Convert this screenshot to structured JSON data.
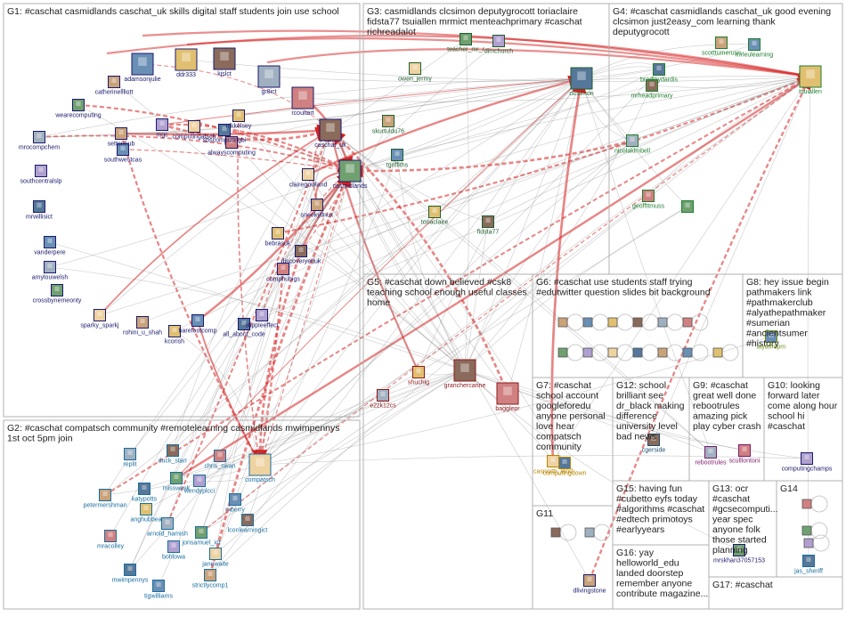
{
  "groups": [
    {
      "id": "G1",
      "lines": [
        "G1: #caschat casmidlands caschat_uk skills digital staff students join use school"
      ],
      "color": "#1a1a6e",
      "nodes": [
        "catherinellliott",
        "adamsonjulie",
        "ddr333",
        "kjslct",
        "gr8ict",
        "rcoultart",
        "wearecomputing",
        "mgc",
        "computingatsch",
        "sbscomputingbi",
        "settonhub",
        "southwestcas",
        "nikkelsey",
        "caschat_uk",
        "mrocompchem",
        "alwayscomputing",
        "casmidlands",
        "southcentralslp",
        "clairegowland",
        "mrwillisict",
        "sneekyllnux",
        "vanderpere",
        "bebrasuk",
        "discoveryeduk",
        "amylouwelsh",
        "comphubigs",
        "crossbynemeonty",
        "stippleeffect",
        "sparky_sparkj",
        "all_about_code",
        "rohini_u_shah",
        "barefootcomp",
        "kcorish"
      ]
    },
    {
      "id": "G2",
      "lines": [
        "G2: #caschat compatsch community #remotelearning casmidlands mwimpennys",
        "1st oct 5pm join"
      ],
      "color": "#1a6e9e",
      "nodes": [
        "duck_starr",
        "replit",
        "chris_swan",
        "misswesk",
        "wendyplcci",
        "compatsch",
        "katypotts",
        "petermershman",
        "mberry",
        "anghubbea",
        "lconlearningict",
        "arnold_hamish",
        "mracolley",
        "jonsamuel_ict",
        "bohlowa",
        "janewaite",
        "mwimpennys",
        "strictlycomp1",
        "tigwilliams"
      ]
    },
    {
      "id": "G3",
      "lines": [
        "G3: casmidlands clcsimon deputygrocott toriaclaire",
        "fidsta77 tsuiallen mrmict menteachprimary #caschat",
        "richreadalot"
      ],
      "color": "#1e5e2e",
      "nodes": [
        "teacher_mr_r",
        "dimchurch",
        "owen_jermy",
        "clcsimon",
        "skurtuldu76",
        "tgriffiths",
        "toriaclaire",
        "fidsta77"
      ]
    },
    {
      "id": "G4",
      "lines": [
        "G4: #caschat casmidlands caschat_uk good evening",
        "clcsimon just2easy_com learning thank",
        "deputygrocott"
      ],
      "color": "#1e7e2e",
      "nodes": [
        "bradleydardis",
        "scotttumerusn",
        "mrleulearning",
        "tsuiallen",
        "mrheadprimary",
        "nicolakimbell",
        "geoffttmuss"
      ]
    },
    {
      "id": "G5",
      "lines": [
        "G5: #caschat down believed #csk8",
        "teaching school enough useful classes",
        "home"
      ],
      "color": "#8e1a1a",
      "nodes": [
        "shuchig",
        "granchercarine",
        "e2zk12cs",
        "bagglepr"
      ]
    },
    {
      "id": "G6",
      "lines": [
        "G6: #caschat use students staff trying",
        "#edutwitter question slides bit background"
      ],
      "color": "#222",
      "nodes": []
    },
    {
      "id": "G7",
      "lines": [
        "G7: #caschat",
        "school account",
        "googleforedu",
        "anyone personal",
        "love hear",
        "compatsch",
        "community"
      ],
      "color": "#b88600",
      "nodes": [
        "casnorth_lend",
        "computingdown"
      ]
    },
    {
      "id": "G8",
      "lines": [
        "G8: hey issue begin",
        "pathmakers link",
        "#pathmakerclub",
        "#alyathepathmaker",
        "#sumerian",
        "#ancientsumer",
        "#history"
      ],
      "color": "#6e8e1a",
      "nodes": [
        "alyathepm"
      ]
    },
    {
      "id": "G9",
      "lines": [
        "G9: #caschat",
        "great well done",
        "rebootrules",
        "amazing pick",
        "play cyber crash"
      ],
      "color": "#7e1a6e",
      "nodes": [
        "rebootrules",
        "sculllontoni"
      ]
    },
    {
      "id": "G10",
      "lines": [
        "G10: looking",
        "forward later",
        "come along hour",
        "school hi",
        "#caschat"
      ],
      "color": "#1a1a6e",
      "nodes": [
        "computingchamps"
      ]
    },
    {
      "id": "G11",
      "lines": [
        "G11"
      ],
      "color": "#1a1a6e",
      "nodes": [
        "dlivingstone"
      ]
    },
    {
      "id": "G12",
      "lines": [
        "G12: school",
        "brilliant see",
        "dr_black making",
        "difference",
        "university level",
        "bad news"
      ],
      "color": "#1a4e6e",
      "nodes": [
        "cgerside"
      ]
    },
    {
      "id": "G13",
      "lines": [
        "G13: ocr",
        "#caschat",
        "#gcsecomputi...",
        "year spec",
        "anyone folk",
        "those started",
        "planning"
      ],
      "color": "#1a1a6e",
      "nodes": [
        "mrskhan37057153"
      ]
    },
    {
      "id": "G14",
      "lines": [
        "G14"
      ],
      "color": "#1a6e9e",
      "nodes": [
        "jas_sheriff"
      ]
    },
    {
      "id": "G15",
      "lines": [
        "G15: having fun",
        "#cubetto eyfs today",
        "#algorithms #caschat",
        "#edtech primotoys",
        "#earlyyears"
      ],
      "color": "#222",
      "nodes": []
    },
    {
      "id": "G16",
      "lines": [
        "G16: yay",
        "helloworld_edu",
        "landed doorstep",
        "remember anyone",
        "contribute magazine..."
      ],
      "color": "#222",
      "nodes": []
    },
    {
      "id": "G17",
      "lines": [
        "G17: #caschat"
      ],
      "color": "#222",
      "nodes": []
    }
  ],
  "colors": {
    "edge_red": "#d62020",
    "edge_gray": "#8a8a8a",
    "box_border": "#b0b0b0"
  }
}
